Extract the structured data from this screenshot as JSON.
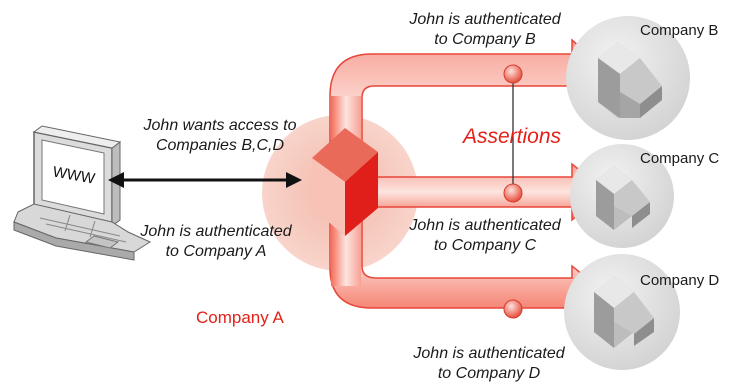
{
  "labels": {
    "wants_access_line1": "John wants access to",
    "wants_access_line2": "Companies B,C,D",
    "auth_a_line1": "John is authenticated",
    "auth_a_line2": "to Company A",
    "company_a": "Company A",
    "assertions": "Assertions",
    "auth_b_line1": "John is authenticated",
    "auth_b_line2": "to Company B",
    "auth_c_line1": "John is authenticated",
    "auth_c_line2": "to Company C",
    "auth_d_line1": "John is authenticated",
    "auth_d_line2": "to Company D",
    "company_b": "Company B",
    "company_c": "Company C",
    "company_d": "Company D",
    "screen_text": "WWW"
  },
  "colors": {
    "accent_red": "#e32119",
    "halo_pink": "#f6c9bd",
    "server_grey": "#e2e2e2"
  }
}
